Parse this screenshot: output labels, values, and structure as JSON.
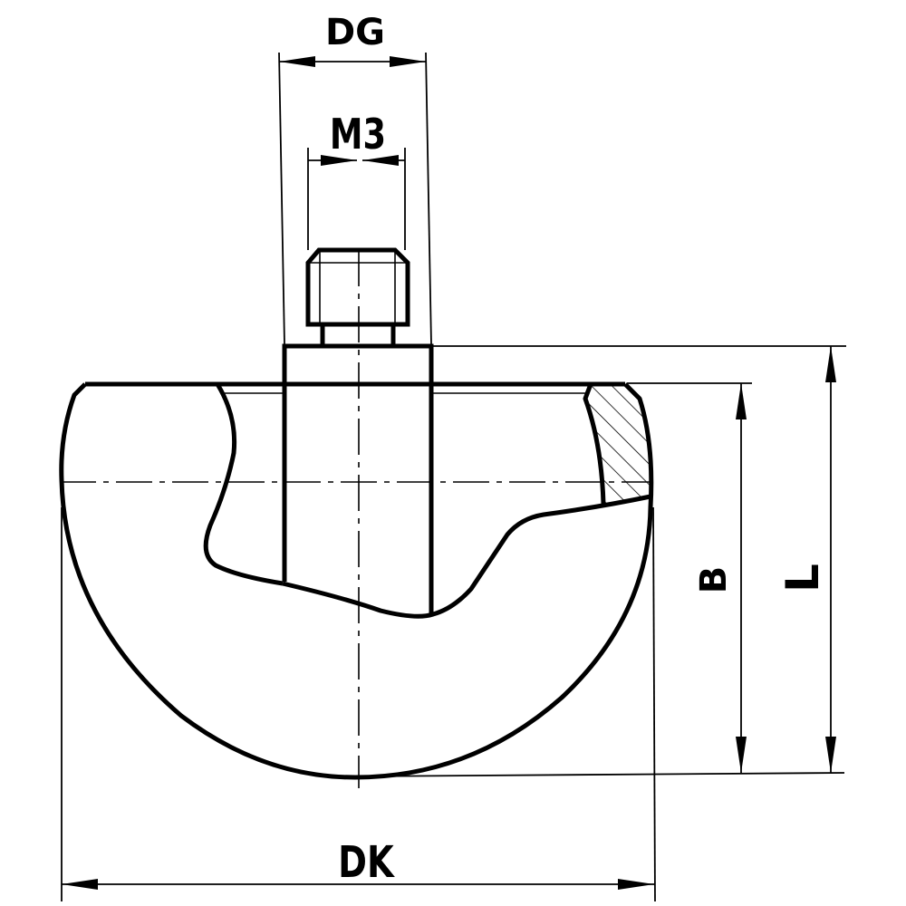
{
  "drawing": {
    "type": "technical-drawing",
    "subject": "hemispherical stylus tip with M3 threaded stem, partial section view",
    "colors": {
      "line": "#000000",
      "background": "#ffffff"
    }
  },
  "dimensions": {
    "dg": {
      "label": "DG",
      "orientation": "horizontal"
    },
    "m3": {
      "label": "M3",
      "orientation": "horizontal"
    },
    "b": {
      "label": "B",
      "orientation": "vertical"
    },
    "l": {
      "label": "L",
      "orientation": "vertical"
    },
    "dk": {
      "label": "DK",
      "orientation": "horizontal"
    }
  }
}
